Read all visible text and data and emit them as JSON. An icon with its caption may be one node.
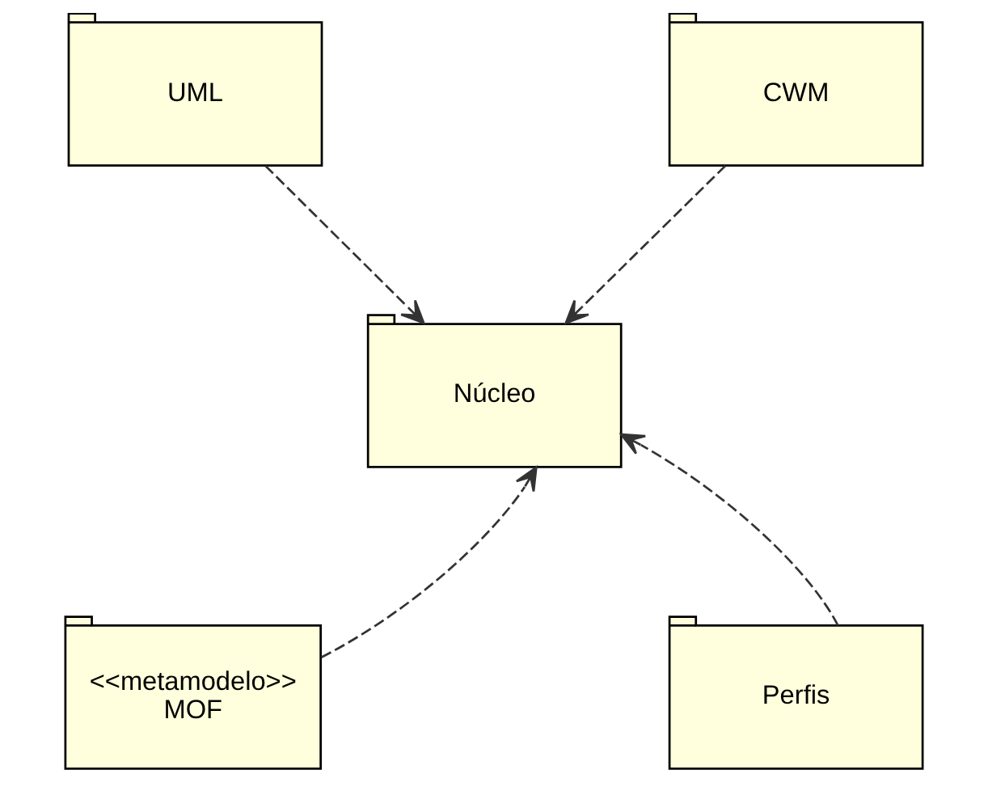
{
  "diagram": {
    "nodes": [
      {
        "text": [
          "UML"
        ]
      },
      {
        "text": [
          "CWM"
        ]
      },
      {
        "text": [
          "Núcleo"
        ]
      },
      {
        "text": [
          "<<metamodelo>>",
          "MOF"
        ]
      },
      {
        "text": [
          "Perfis"
        ]
      }
    ],
    "edges": [
      {
        "from": 0,
        "to": 2,
        "arrow": "to",
        "style": "dashed"
      },
      {
        "from": 1,
        "to": 2,
        "arrow": "to",
        "style": "dashed"
      },
      {
        "from": 3,
        "to": 2,
        "arrow": "to",
        "style": "dashed"
      },
      {
        "from": 4,
        "to": 2,
        "arrow": "to",
        "style": "dashed"
      }
    ]
  }
}
